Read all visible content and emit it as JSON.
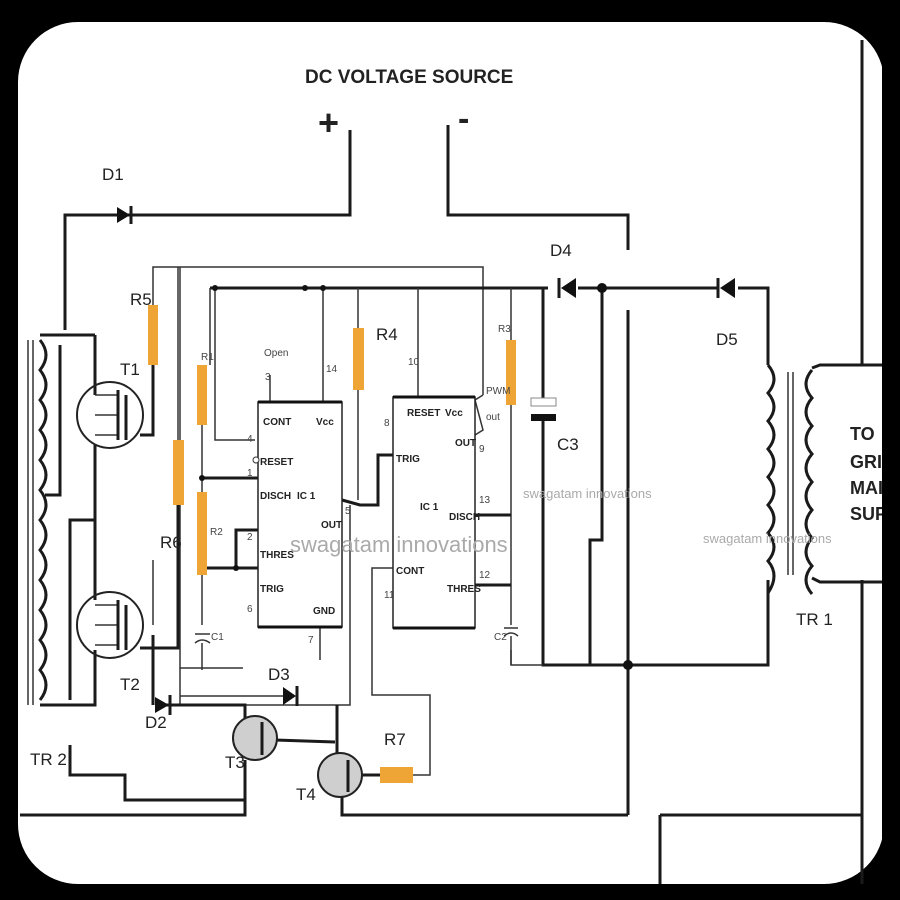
{
  "title": "DC VOLTAGE SOURCE",
  "polarity": {
    "plus": "+",
    "minus": "-"
  },
  "components": {
    "d1": "D1",
    "d2": "D2",
    "d3": "D3",
    "d4": "D4",
    "d5": "D5",
    "r1": "R1",
    "r2": "R2",
    "r3": "R3",
    "r4": "R4",
    "r5": "R5",
    "r6": "R6",
    "r7": "R7",
    "c1": "C1",
    "c2": "C2",
    "c3": "C3",
    "t1": "T1",
    "t2": "T2",
    "t3": "T3",
    "t4": "T4",
    "tr1": "TR 1",
    "tr2": "TR 2"
  },
  "ic_left": {
    "name": "IC 1",
    "pins": {
      "cont": "CONT",
      "vcc": "Vcc",
      "reset": "RESET",
      "disch": "DISCH",
      "out": "OUT",
      "thres": "THRES",
      "trig": "TRIG",
      "gnd": "GND"
    },
    "numbers": {
      "p3": "3",
      "p14": "14",
      "p4": "4",
      "p1": "1",
      "p5": "5",
      "p2": "2",
      "p6": "6",
      "p7": "7"
    },
    "open": "Open"
  },
  "ic_right": {
    "name": "IC 1",
    "pins": {
      "reset": "RESET",
      "vcc": "Vcc",
      "out": "OUT",
      "trig": "TRIG",
      "disch": "DISCH",
      "cont": "CONT",
      "thres": "THRES"
    },
    "numbers": {
      "p10": "10",
      "p8": "8",
      "p9": "9",
      "p13": "13",
      "p11": "11",
      "p12": "12"
    },
    "pwm": "PWM",
    "pwm_out": "out"
  },
  "output_label": [
    "TO",
    "GRI",
    "MAI",
    "SUP"
  ],
  "watermark": "swagatam innovations",
  "colors": {
    "resistor": "#EFA535",
    "transistor": "#cfcfcf",
    "frame": "#000000"
  }
}
